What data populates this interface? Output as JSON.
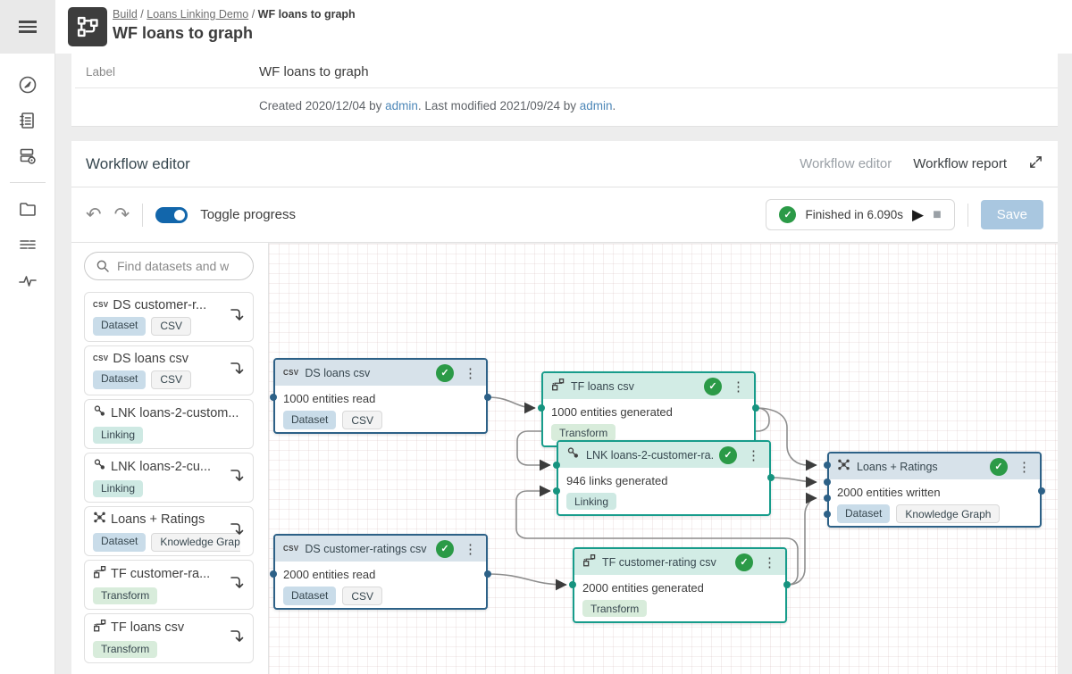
{
  "icons": {
    "undo": "↶",
    "redo": "↷",
    "kebab": "⋮",
    "play": "▶",
    "stop": "■",
    "check": "✓",
    "csv_glyph": "CSV"
  },
  "header": {
    "breadcrumb": {
      "level1": "Build",
      "sep1": "/",
      "level2": "Loans Linking Demo",
      "sep2": "/",
      "level3": "WF loans to graph"
    },
    "title": "WF loans to graph"
  },
  "summary": {
    "label_key": "Label",
    "label_value": "WF loans to graph",
    "created_prefix": "Created 2020/12/04 by ",
    "created_link": "admin",
    "created_mid": ". Last modified 2021/09/24 by ",
    "modified_link": "admin",
    "period": "."
  },
  "editor": {
    "heading": "Workflow editor",
    "tab_editor": "Workflow editor",
    "tab_report": "Workflow report",
    "toggle_label": "Toggle progress",
    "status_text": "Finished in 6.090s",
    "save_label": "Save"
  },
  "palette": {
    "search_placeholder": "Find datasets and w",
    "items": [
      {
        "icon": "csv",
        "name": "DS customer-r...",
        "badges": [
          "Dataset",
          "CSV"
        ]
      },
      {
        "icon": "csv",
        "name": "DS loans csv",
        "badges": [
          "Dataset",
          "CSV"
        ]
      },
      {
        "icon": "linking",
        "name": "LNK loans-2-custom...",
        "badges": [
          "Linking"
        ]
      },
      {
        "icon": "linking",
        "name": "LNK loans-2-cu...",
        "badges": [
          "Linking"
        ]
      },
      {
        "icon": "graph",
        "name": "Loans + Ratings",
        "badges": [
          "Dataset",
          "Knowledge Graph"
        ]
      },
      {
        "icon": "transform",
        "name": "TF customer-ra...",
        "badges": [
          "Transform"
        ]
      },
      {
        "icon": "transform",
        "name": "TF loans csv",
        "badges": [
          "Transform"
        ]
      }
    ]
  },
  "canvas": {
    "nodes": [
      {
        "icon": "csv",
        "title": "DS loans csv",
        "stat": "1000 entities read",
        "badges": [
          "Dataset",
          "CSV"
        ],
        "status": "success"
      },
      {
        "icon": "transform",
        "title": "TF loans csv",
        "stat": "1000 entities generated",
        "badges": [
          "Transform"
        ],
        "status": "success"
      },
      {
        "icon": "linking",
        "title": "LNK loans-2-customer-ra...",
        "stat": "946 links generated",
        "badges": [
          "Linking"
        ],
        "status": "success"
      },
      {
        "icon": "graph",
        "title": "Loans + Ratings",
        "stat": "2000 entities written",
        "badges": [
          "Dataset",
          "Knowledge Graph"
        ],
        "status": "success"
      },
      {
        "icon": "csv",
        "title": "DS customer-ratings csv",
        "stat": "2000 entities read",
        "badges": [
          "Dataset",
          "CSV"
        ],
        "status": "success"
      },
      {
        "icon": "transform",
        "title": "TF customer-rating csv",
        "stat": "2000 entities generated",
        "badges": [
          "Transform"
        ],
        "status": "success"
      }
    ],
    "edges": [
      {
        "from": "DS loans csv",
        "to": "TF loans csv"
      },
      {
        "from": "DS customer-ratings csv",
        "to": "TF customer-rating csv"
      },
      {
        "from": "TF loans csv",
        "to": "LNK loans-2-customer-ra..."
      },
      {
        "from": "TF customer-rating csv",
        "to": "LNK loans-2-customer-ra..."
      },
      {
        "from": "TF loans csv",
        "to": "Loans + Ratings"
      },
      {
        "from": "LNK loans-2-customer-ra...",
        "to": "Loans + Ratings"
      },
      {
        "from": "TF customer-rating csv",
        "to": "Loans + Ratings"
      }
    ]
  },
  "colors": {
    "accent_blue": "#1266ab",
    "node_blue": "#2d6187",
    "node_teal": "#179c8b",
    "success_green": "#2b9a47",
    "link_blue": "#4d87b8",
    "save_disabled": "#a9c7e0"
  }
}
